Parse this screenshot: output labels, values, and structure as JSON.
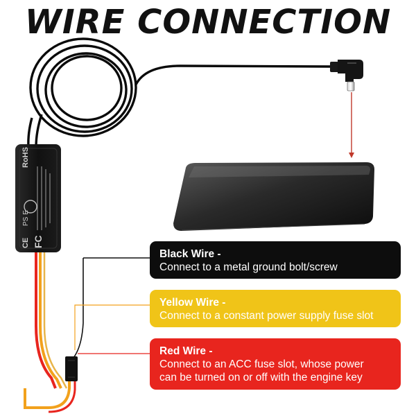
{
  "title": "WIRE CONNECTION",
  "colors": {
    "black_box": "#0d0d0d",
    "black_text": "#ffffff",
    "yellow_box": "#f0c418",
    "yellow_text": "#ffffff",
    "red_box": "#e8251e",
    "red_text": "#ffffff",
    "arrow": "#c0392b"
  },
  "device_label": {
    "rohs": "RoHS",
    "fcc": "FC",
    "ce": "CE",
    "ps": "PS E"
  },
  "wires": [
    {
      "id": "black",
      "heading": "Black Wire -",
      "lines": [
        "Connect to a metal ground bolt/screw"
      ]
    },
    {
      "id": "yellow",
      "heading": "Yellow Wire -",
      "lines": [
        "Connect to a constant power supply fuse slot"
      ]
    },
    {
      "id": "red",
      "heading": "Red Wire -",
      "lines": [
        "Connect to an ACC fuse slot, whose power",
        "can be turned on or off with the engine key"
      ]
    }
  ]
}
